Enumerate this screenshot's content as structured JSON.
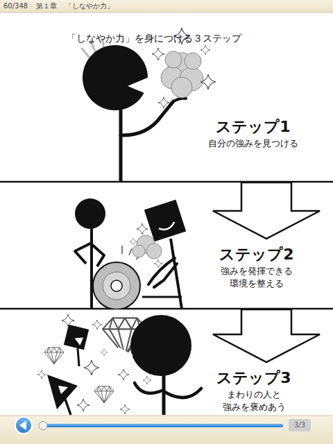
{
  "diagram": {
    "title": "「しなやか力」を身につける３ステップ",
    "nodes": [
      {
        "text": [
          "ステップ1",
          "自分の強みを見つける"
        ]
      },
      {
        "text": [
          "ステップ2",
          "強みを発揮できる 環境を整える"
        ]
      },
      {
        "text": [
          "ステップ3",
          "まわりの人と 強みを褒めあう"
        ]
      }
    ],
    "edges": [
      {
        "from": 0,
        "to": 1,
        "arrow": "to"
      },
      {
        "from": 1,
        "to": 2,
        "arrow": "to"
      }
    ],
    "labels": [
      "60/348",
      "第１章",
      "「しなやか力」",
      "3/3"
    ]
  }
}
